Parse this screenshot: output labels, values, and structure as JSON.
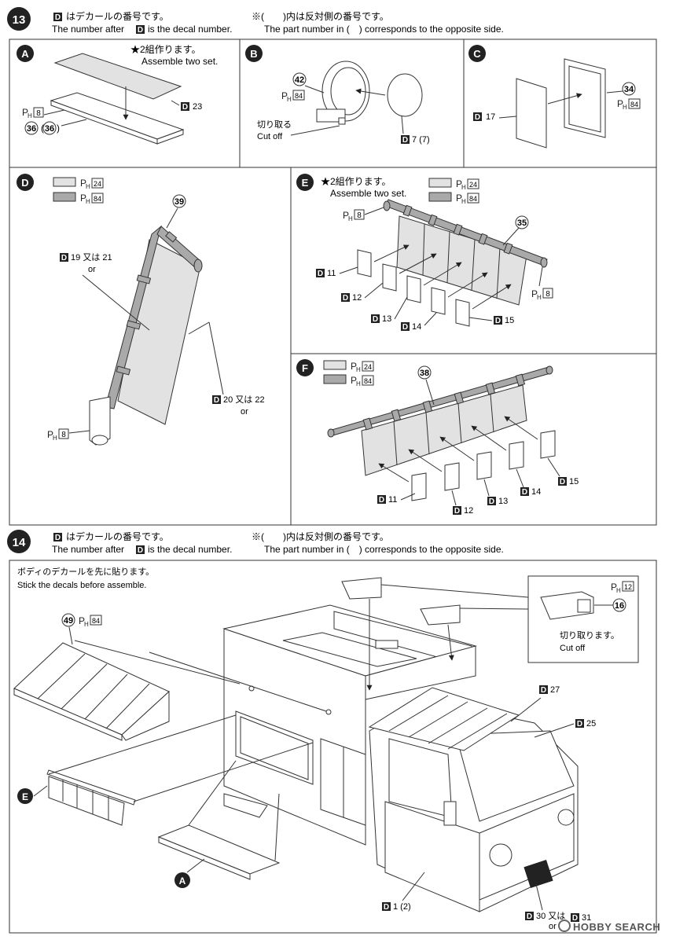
{
  "step13": {
    "number": "13",
    "note_d_jp": "はデカールの番号です。",
    "note_d_en_a": "The number after",
    "note_d_en_b": "is the decal number.",
    "note_opp_jp": "※(　　)内は反対側の番号です。",
    "note_opp_en": "The part number in (　) corresponds to the opposite side.",
    "panelA": {
      "label": "A",
      "note_jp": "★2組作ります。",
      "note_en": "Assemble two set.",
      "ph": "8",
      "part": "36",
      "part_opp": "36",
      "decal": "23"
    },
    "panelB": {
      "label": "B",
      "part": "42",
      "ph": "84",
      "cut_jp": "切り取る",
      "cut_en": "Cut off",
      "decal": "7",
      "decal_opp": "7"
    },
    "panelC": {
      "label": "C",
      "part": "34",
      "ph": "84",
      "decal": "17"
    },
    "panelD": {
      "label": "D",
      "legend_light": "24",
      "legend_dark": "84",
      "part": "39",
      "decal_a": "19",
      "decal_a_alt": "21",
      "or_jp": "又は",
      "or_en": "or",
      "decal_b": "20",
      "decal_b_alt": "22",
      "ph": "8"
    },
    "panelE": {
      "label": "E",
      "note_jp": "★2組作ります。",
      "note_en": "Assemble two set.",
      "legend_light": "24",
      "legend_dark": "84",
      "ph_left": "8",
      "ph_right": "8",
      "part": "35",
      "decals": [
        "11",
        "12",
        "13",
        "14",
        "15"
      ]
    },
    "panelF": {
      "label": "F",
      "legend_light": "24",
      "legend_dark": "84",
      "part": "38",
      "decals": [
        "11",
        "12",
        "13",
        "14",
        "15"
      ]
    }
  },
  "step14": {
    "number": "14",
    "note_d_jp": "はデカールの番号です。",
    "note_d_en_a": "The number after",
    "note_d_en_b": "is the decal number.",
    "note_opp_jp": "※(　　)内は反対側の番号です。",
    "note_opp_en": "The part number in (　) corresponds to the opposite side.",
    "body_note_jp": "ボディのデカールを先に貼ります。",
    "body_note_en": "Stick the decals before assemble.",
    "part_awning": "49",
    "ph_awning": "84",
    "callout_e": "E",
    "callout_a": "A",
    "inset_ph": "12",
    "inset_part": "16",
    "inset_cut_jp": "切り取ります。",
    "inset_cut_en": "Cut off",
    "decal_roof": "27",
    "decal_windshield": "25",
    "decal_body": "1",
    "decal_body_opp": "2",
    "decal_plate": "30",
    "decal_plate_alt": "31",
    "or_jp": "又は",
    "or_en": "or"
  },
  "common": {
    "d": "D",
    "ph_p": "P",
    "ph_h": "H"
  },
  "watermark": "HOBBY SEARCH",
  "colors": {
    "light_gray": "#e2e2e2",
    "dark_gray": "#a9a9a9",
    "line": "#333333"
  }
}
